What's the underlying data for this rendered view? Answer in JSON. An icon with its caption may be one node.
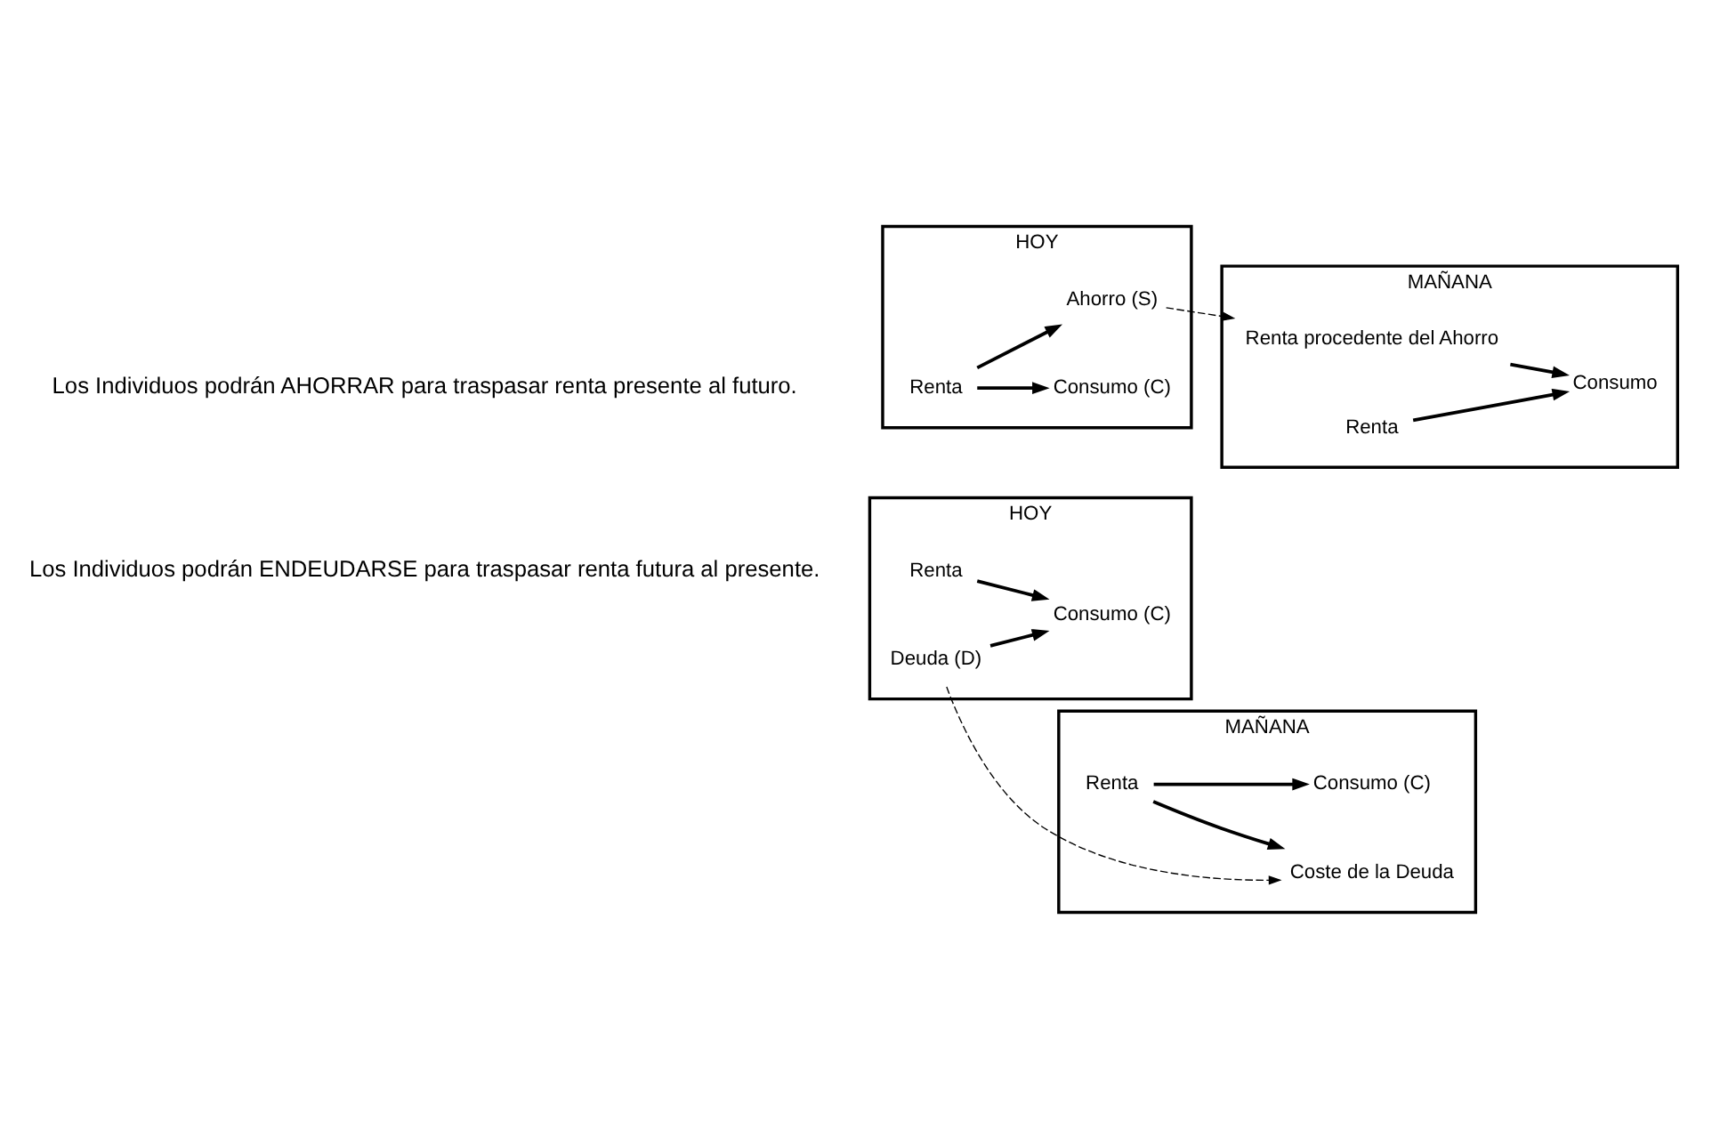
{
  "diagram": {
    "nodes": [
      {
        "text": [
          "HOY"
        ]
      },
      {
        "text": [
          "MAÑANA"
        ]
      },
      {
        "text": [
          "Renta"
        ],
        "in": 0
      },
      {
        "text": [
          "Consumo (C)"
        ],
        "in": 0
      },
      {
        "text": [
          "Ahorro (S)"
        ],
        "in": 0
      },
      {
        "text": [
          "Renta"
        ],
        "in": 1
      },
      {
        "text": [
          "Renta procedente del Ahorro"
        ],
        "in": 1
      },
      {
        "text": [
          "Consumo"
        ],
        "in": 1
      },
      {
        "text": [
          "HOY"
        ]
      },
      {
        "text": [
          "MAÑANA"
        ]
      },
      {
        "text": [
          "Renta"
        ],
        "in": 8
      },
      {
        "text": [
          "Deuda (D)"
        ],
        "in": 8
      },
      {
        "text": [
          "Consumo (C)"
        ],
        "in": 8
      },
      {
        "text": [
          "Renta"
        ],
        "in": 9
      },
      {
        "text": [
          "Consumo (C)"
        ],
        "in": 9
      },
      {
        "text": [
          "Coste de la Deuda"
        ],
        "in": 9
      }
    ],
    "edges": [
      {
        "from": 2,
        "to": 3,
        "arrow": "to"
      },
      {
        "from": 2,
        "to": 4,
        "arrow": "to"
      },
      {
        "from": 4,
        "to": 6,
        "arrow": "to",
        "style": "dashed"
      },
      {
        "from": 5,
        "to": 7,
        "arrow": "to"
      },
      {
        "from": 6,
        "to": 7,
        "arrow": "to"
      },
      {
        "from": 10,
        "to": 12,
        "arrow": "to"
      },
      {
        "from": 11,
        "to": 12,
        "arrow": "to"
      },
      {
        "from": 13,
        "to": 14,
        "arrow": "to"
      },
      {
        "from": 13,
        "to": 15,
        "arrow": "to"
      },
      {
        "from": 11,
        "to": 15,
        "arrow": "to",
        "style": "dashed"
      }
    ],
    "labels": [
      "Los Individuos podrán AHORRAR para traspasar renta presente al futuro.",
      "Los Individuos podrán ENDEUDARSE para traspasar renta futura al presente."
    ]
  }
}
